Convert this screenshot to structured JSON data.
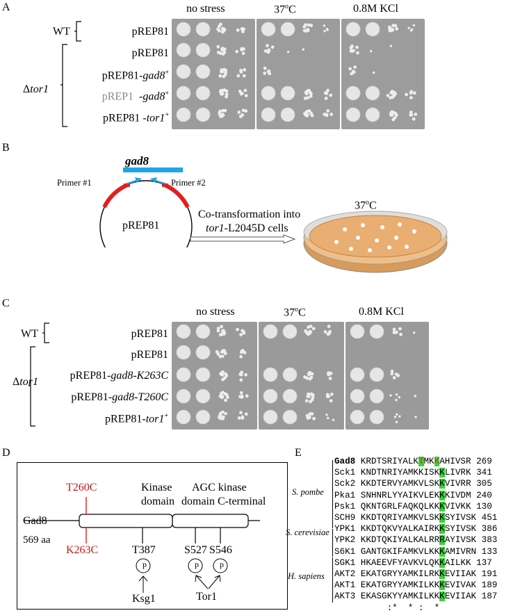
{
  "panels": {
    "a": "A",
    "b": "B",
    "c": "C",
    "d": "D",
    "e": "E"
  },
  "conditions": [
    "no stress",
    "37",
    "0.8M KCl"
  ],
  "degree_sup": "o",
  "temp_suffix": "C",
  "panel_a": {
    "wt": "WT",
    "delta_prefix": "Δ",
    "delta_gene": "tor1",
    "rows": [
      {
        "base": "pREP81",
        "gene": "",
        "sup": "",
        "grey": false
      },
      {
        "base": "pREP81",
        "gene": "",
        "sup": "",
        "grey": false
      },
      {
        "base": "pREP81-",
        "gene": "gad8",
        "sup": "+",
        "grey": false
      },
      {
        "base": "pREP1",
        "gene": "-gad8",
        "sup": "+",
        "grey": true
      },
      {
        "base": "pREP81 -",
        "gene": "tor1",
        "sup": "+",
        "grey": false
      }
    ]
  },
  "panel_b": {
    "gene": "gad8",
    "primer1": "Primer #1",
    "primer2": "Primer #2",
    "plasmid": "pREP81",
    "arrow_line1": "Co-transformation into",
    "arrow_line2_gene": "tor1",
    "arrow_line2_rest": "-L2045D cells",
    "plate_temp": "37"
  },
  "panel_c": {
    "wt": "WT",
    "delta_prefix": "Δ",
    "delta_gene": "tor1",
    "rows": [
      {
        "base": "pREP81",
        "gene": "",
        "sup": ""
      },
      {
        "base": "pREP81",
        "gene": "",
        "sup": ""
      },
      {
        "base": "pREP81-",
        "gene": "gad8-K263C",
        "sup": ""
      },
      {
        "base": "pREP81-",
        "gene": "gad8-T260C",
        "sup": ""
      },
      {
        "base": "pREP81-",
        "gene": "tor1",
        "sup": "+"
      }
    ]
  },
  "panel_d": {
    "protein": "Gad8",
    "length": "569 aa",
    "mut_top": "T260C",
    "mut_bottom": "K263C",
    "domain1_l1": "Kinase",
    "domain1_l2": "domain",
    "domain2_l1": "AGC kinase",
    "domain2_l2": "domain C-terminal",
    "sites": [
      "T387",
      "S527",
      "S546"
    ],
    "p": "p",
    "kinase1": "Ksg1",
    "kinase2": "Tor1"
  },
  "panel_e": {
    "species": [
      "S. pombe",
      "S. cerevisiae",
      "H. sapiens"
    ],
    "rows": [
      {
        "name": "Gad8",
        "pre": "KRDTSRIYALK",
        "m1": "T",
        "mid": "MK",
        "m2": "K",
        "post": "AHIVSR",
        "num": "269"
      },
      {
        "name": "Sck1",
        "pre": "KNDTNRIYAMKKISK",
        "m1": "",
        "mid": "",
        "m2": "K",
        "post": "LIVRK",
        "num": "341"
      },
      {
        "name": "Sck2",
        "pre": "KKDTERVYAMKVLSK",
        "m1": "",
        "mid": "",
        "m2": "K",
        "post": "VIVRR",
        "num": "305"
      },
      {
        "name": "Pka1",
        "pre": "SNHNRLYYAIKVLEK",
        "m1": "",
        "mid": "",
        "m2": "K",
        "post": "KIVDM",
        "num": "240"
      },
      {
        "name": "Psk1",
        "pre": "QKNTGRLFAQKQLKK",
        "m1": "",
        "mid": "",
        "m2": "K",
        "post": "VIVKK",
        "num": "130"
      },
      {
        "name": "SCH9",
        "pre": "KKDTQRIYAMKVLSK",
        "m1": "",
        "mid": "",
        "m2": "K",
        "post": "SYIVSK",
        "num": "451"
      },
      {
        "name": "YPK1",
        "pre": "KKDTQKVYALKAIRK",
        "m1": "",
        "mid": "",
        "m2": "K",
        "post": "SYIVSK",
        "num": "386"
      },
      {
        "name": "YPK2",
        "pre": "KKDTQKIYALKALRR",
        "m1": "",
        "mid": "",
        "m2": "R",
        "post": "AYIVSK",
        "num": "383"
      },
      {
        "name": "S6K1",
        "pre": "GANTGKIFAMKVLKK",
        "m1": "",
        "mid": "",
        "m2": "K",
        "post": "AMIVRN",
        "num": "133"
      },
      {
        "name": "SGK1",
        "pre": "HKAEEVFYAVKVLQK",
        "m1": "",
        "mid": "",
        "m2": "K",
        "post": "AILKK",
        "num": "137"
      },
      {
        "name": "AKT2",
        "pre": "EKATGRYYAMKILRK",
        "m1": "",
        "mid": "",
        "m2": "K",
        "post": "EVIIAK",
        "num": "191"
      },
      {
        "name": "AKT1",
        "pre": "EKATGRYYAMKILKK",
        "m1": "",
        "mid": "",
        "m2": "K",
        "post": "EVIVAK",
        "num": "189"
      },
      {
        "name": "AKT3",
        "pre": "EKASGKYYAMKILKK",
        "m1": "",
        "mid": "",
        "m2": "K",
        "post": "EVIIAK",
        "num": "187"
      }
    ],
    "consensus": "          :*  * :  *"
  }
}
